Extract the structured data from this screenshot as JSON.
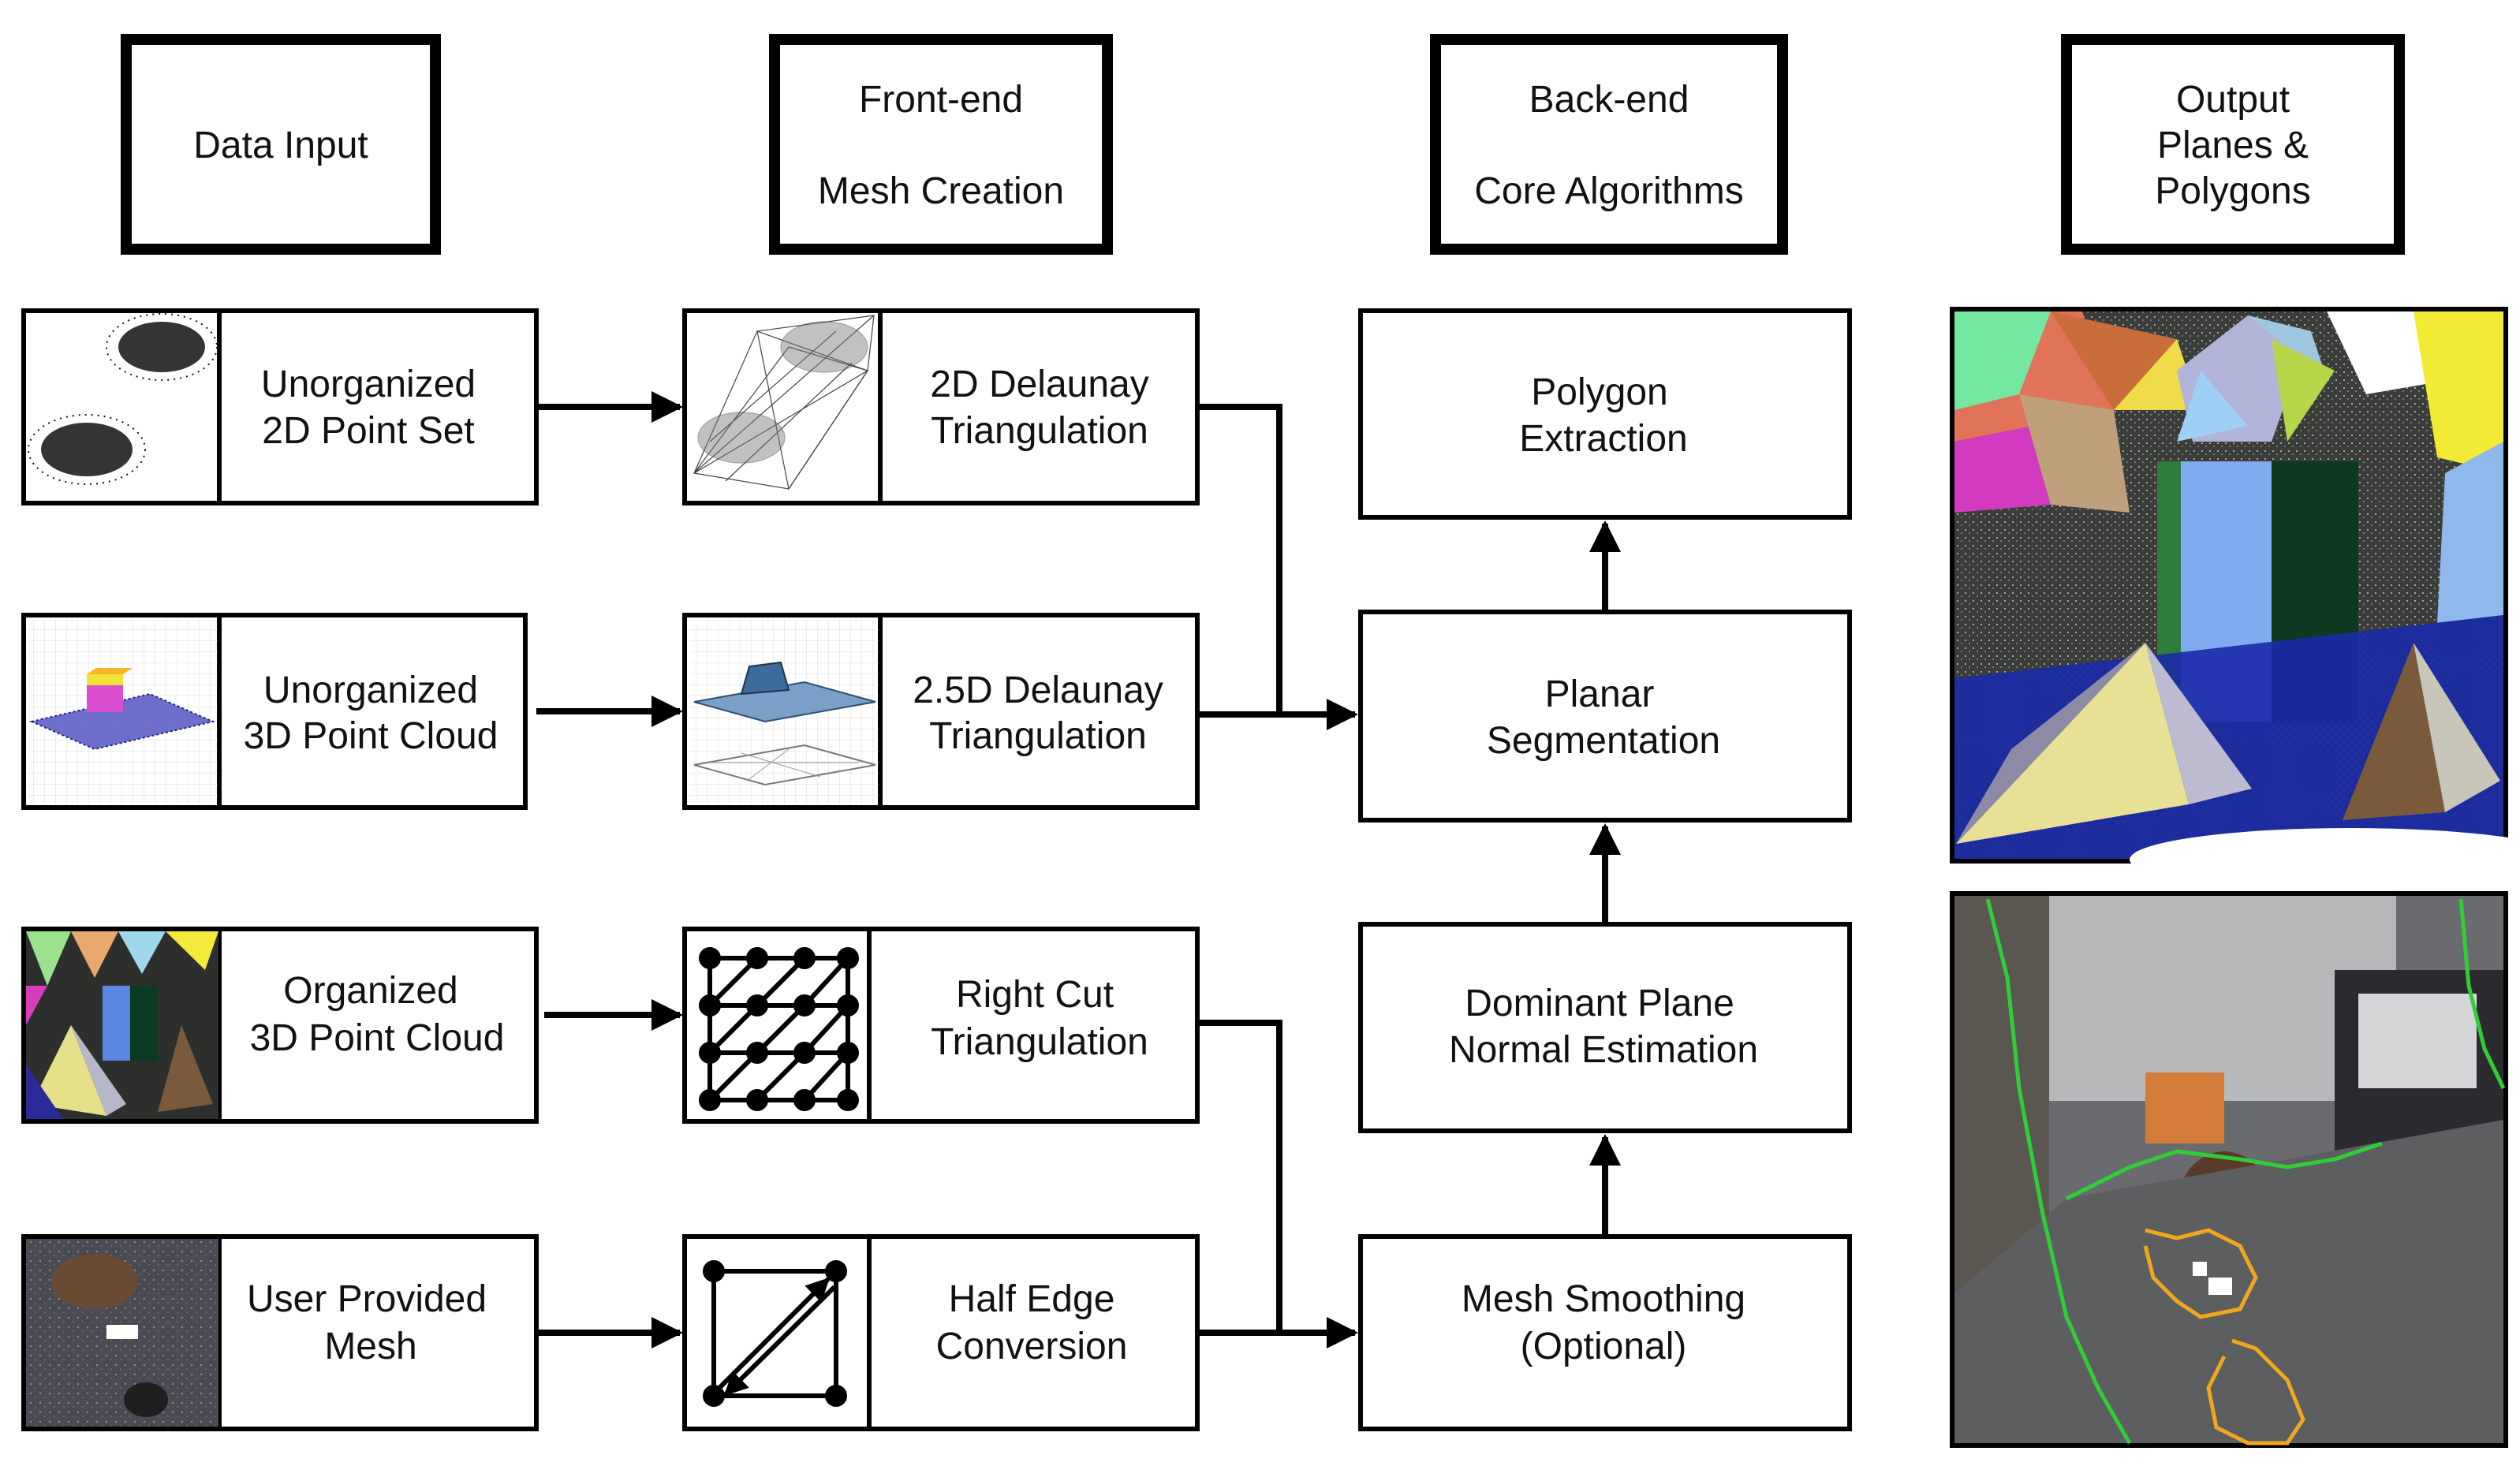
{
  "headers": {
    "data_input": [
      "Data Input"
    ],
    "front_end": [
      "Front-end",
      "Mesh Creation"
    ],
    "back_end": [
      "Back-end",
      "Core Algorithms"
    ],
    "output": [
      "Output",
      "Planes &",
      "Polygons"
    ]
  },
  "inputs": {
    "unorganized_2d": [
      "Unorganized",
      "2D Point Set"
    ],
    "unorganized_3d": [
      "Unorganized",
      "3D Point Cloud"
    ],
    "organized_3d": [
      "Organized",
      "3D Point Cloud"
    ],
    "user_mesh": [
      "User Provided",
      "Mesh"
    ]
  },
  "frontend": {
    "delaunay_2d": [
      "2D Delaunay",
      "Triangulation"
    ],
    "delaunay_25d": [
      "2.5D Delaunay",
      "Triangulation"
    ],
    "right_cut": [
      "Right Cut",
      "Triangulation"
    ],
    "half_edge": [
      "Half Edge",
      "Conversion"
    ]
  },
  "backend": {
    "polygon_extraction": [
      "Polygon",
      "Extraction"
    ],
    "planar_segmentation": [
      "Planar",
      "Segmentation"
    ],
    "dominant_plane": [
      "Dominant Plane",
      "Normal Estimation"
    ],
    "mesh_smoothing": [
      "Mesh Smoothing",
      "(Optional)"
    ]
  }
}
